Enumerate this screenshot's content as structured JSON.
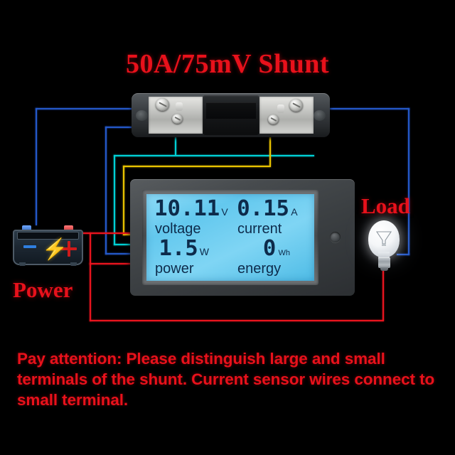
{
  "title": "50A/75mV Shunt",
  "labels": {
    "load": "Load",
    "power": "Power"
  },
  "caption": "Pay attention: Please distinguish large and small terminals of the shunt. Current sensor wires connect to small terminal.",
  "meter": {
    "display": {
      "voltage": {
        "value": "10.11",
        "unit": "V",
        "caption": "voltage"
      },
      "current": {
        "value": "0.15",
        "unit": "A",
        "caption": "current"
      },
      "power": {
        "value": "1.5",
        "unit": "W",
        "caption": "power"
      },
      "energy": {
        "value": "0",
        "unit": "Wh",
        "caption": "energy"
      }
    }
  },
  "battery": {
    "negative_sign": "-",
    "positive_sign": "+",
    "bolt_glyph": "⚡"
  },
  "colors": {
    "title_red": "#e8111b",
    "wire_blue": "#2458c8",
    "wire_cyan": "#00d0d4",
    "wire_yellow": "#e8c200",
    "wire_red": "#e8141e",
    "lcd_blue": "#63c8ee",
    "lcd_text": "#0d2b4b",
    "background": "#000000"
  },
  "wires": [
    {
      "name": "battery-negative-to-shunt-large-left",
      "color": "blue"
    },
    {
      "name": "shunt-large-right-to-load",
      "color": "blue"
    },
    {
      "name": "shunt-small-left-to-meter",
      "color": "cyan"
    },
    {
      "name": "shunt-small-right-to-meter",
      "color": "yellow"
    },
    {
      "name": "battery-positive-to-meter",
      "color": "red"
    },
    {
      "name": "meter-to-load-return",
      "color": "red"
    }
  ]
}
